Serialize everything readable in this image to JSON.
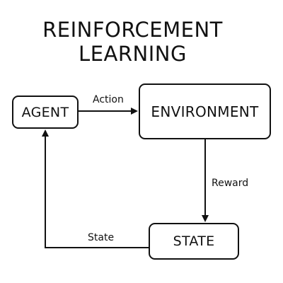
{
  "title": {
    "line1": "REINFORCEMENT",
    "line2": "LEARNING"
  },
  "nodes": {
    "agent": "AGENT",
    "environment": "ENVIRONMENT",
    "state": "STATE"
  },
  "edges": {
    "action": "Action",
    "reward": "Reward",
    "state": "State"
  },
  "colors": {
    "stroke": "#111111",
    "background": "#ffffff"
  }
}
